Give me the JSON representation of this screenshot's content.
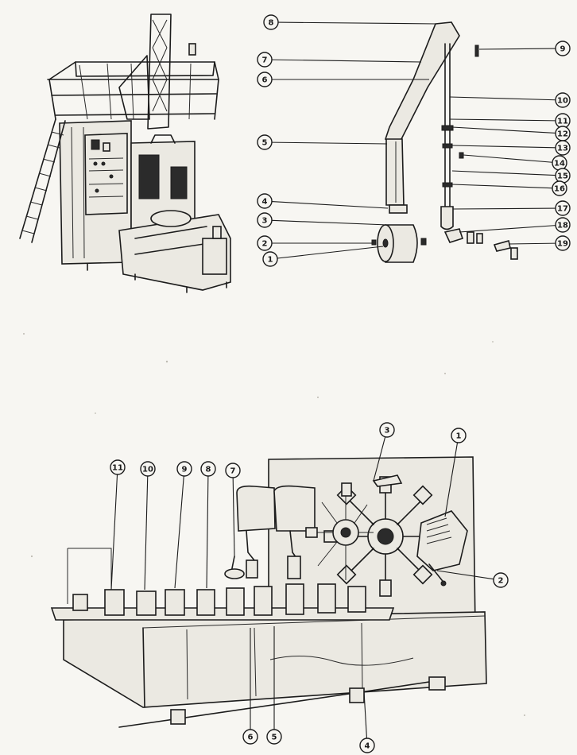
{
  "figures": [
    {
      "id": "machine-overview",
      "labels": []
    },
    {
      "id": "exploded-parts",
      "labels": [
        "1",
        "2",
        "3",
        "4",
        "5",
        "6",
        "7",
        "8",
        "9",
        "10",
        "11",
        "12",
        "13",
        "14",
        "15",
        "16",
        "17",
        "18",
        "19"
      ]
    },
    {
      "id": "filling-machine",
      "labels": [
        "1",
        "2",
        "3",
        "4",
        "5",
        "6",
        "7",
        "8",
        "9",
        "10",
        "11"
      ]
    }
  ]
}
